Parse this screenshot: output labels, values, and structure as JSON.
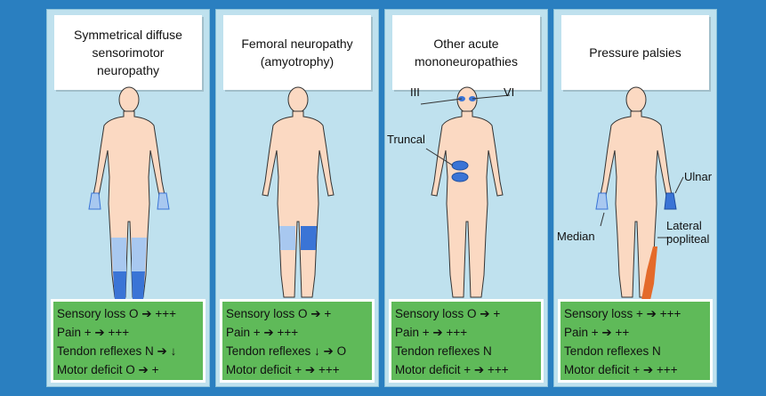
{
  "panels": [
    {
      "title": "Symmetrical diffuse\nsensorimotor\nneuropathy",
      "labels": [],
      "stats": [
        "Sensory loss  O ➔ +++",
        "Pain   +  ➔ +++",
        "Tendon reflexes  N ➔ ↓",
        "Motor deficit   O ➔ +"
      ]
    },
    {
      "title": "Femoral neuropathy\n(amyotrophy)",
      "labels": [],
      "stats": [
        "Sensory loss   O ➔ +",
        "Pain   +  ➔ +++",
        "Tendon reflexes ↓ ➔ O",
        "Motor deficit  + ➔ +++"
      ]
    },
    {
      "title": "Other acute\nmononeuropathies",
      "labels": {
        "iii": "III",
        "vi": "VI",
        "truncal": "Truncal"
      },
      "stats": [
        "Sensory loss   O ➔ +",
        "Pain   +  ➔ +++",
        "Tendon reflexes   N",
        "Motor deficit   + ➔ +++"
      ]
    },
    {
      "title": "Pressure palsies",
      "labels": {
        "ulnar": "Ulnar",
        "median": "Median",
        "lateral_popliteal": "Lateral\npopliteal"
      },
      "stats": [
        "Sensory loss     + ➔ +++",
        "Pain    +  ➔ ++",
        "Tendon reflexes   N",
        "Motor deficit  + ➔ +++"
      ]
    }
  ],
  "colors": {
    "background": "#2a7fc0",
    "panel": "#bfe1ee",
    "skin": "#fbd9c2",
    "light_blue": "#a8c8f0",
    "blue": "#3a74d6",
    "orange": "#e46a2a",
    "stats_green": "#5fba59"
  }
}
